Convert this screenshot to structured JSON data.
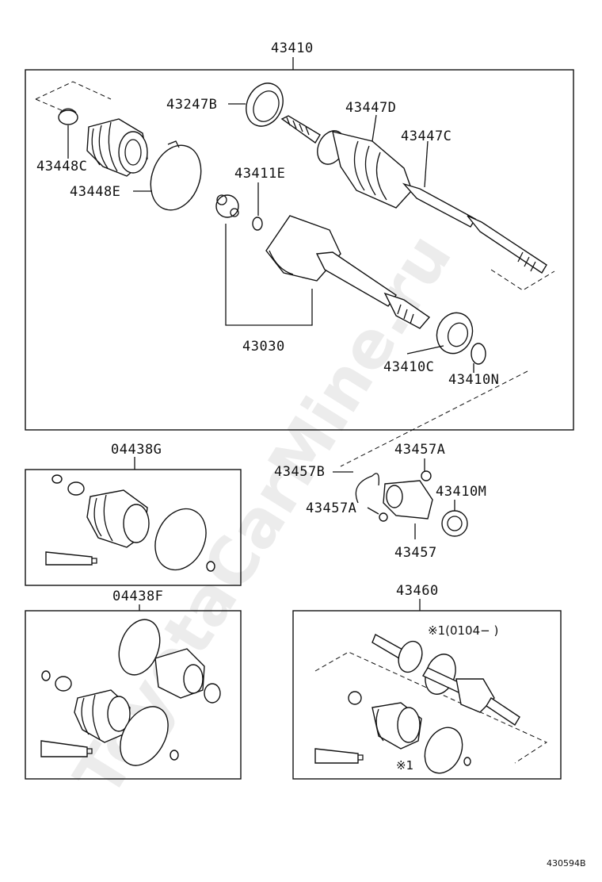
{
  "watermark": "ToyotaCarMine.ru",
  "groups": {
    "main_assembly": "43410",
    "boot_kit_g": "04438G",
    "boot_kit_f": "04438F",
    "shaft_assembly": "43460"
  },
  "parts": {
    "p43247B": "43247B",
    "p43447D": "43447D",
    "p43447C": "43447C",
    "p43448C": "43448C",
    "p43448E": "43448E",
    "p43411E": "43411E",
    "p43030": "43030",
    "p43410C": "43410C",
    "p43410N": "43410N",
    "p43457A_top": "43457A",
    "p43457B": "43457B",
    "p43410M": "43410M",
    "p43457A_left": "43457A",
    "p43457": "43457"
  },
  "notes": {
    "production_note": "※1(0104−      )",
    "boot_mark": "※1"
  },
  "figure_code": "43059­4B"
}
